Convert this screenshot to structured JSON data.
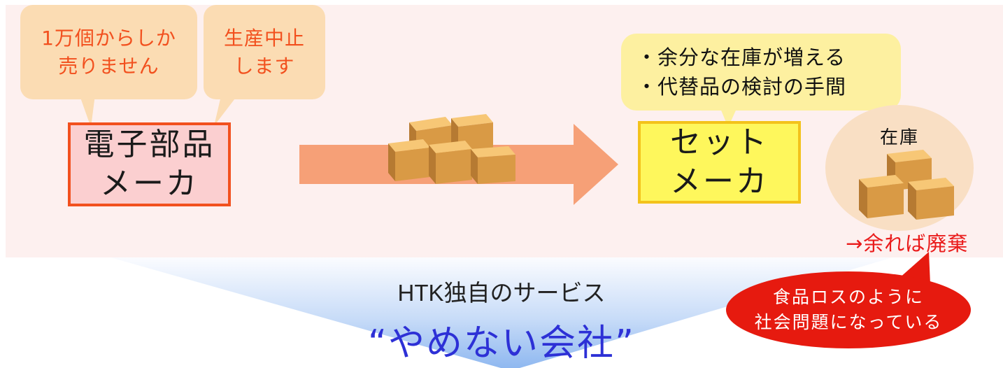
{
  "parts_maker": {
    "label_line1": "電子部品",
    "label_line2": "メーカ",
    "bubble_min_order": {
      "line1": "1万個からしか",
      "line2": "売りません"
    },
    "bubble_discontinue": {
      "line1": "生産中止",
      "line2": "します"
    }
  },
  "set_maker": {
    "label_line1": "セット",
    "label_line2": "メーカ",
    "bubble_issues": {
      "line1": "・余分な在庫が増える",
      "line2": "・代替品の検討の手間"
    }
  },
  "inventory": {
    "label": "在庫",
    "waste_note": "→余れば廃棄"
  },
  "social_issue": {
    "line1": "食品ロスのように",
    "line2": "社会問題になっている"
  },
  "service": {
    "title": "HTK独自のサービス",
    "name": "“やめない会社”"
  },
  "colors": {
    "panel_bg": "#fdf0ef",
    "arrow": "#f6a077",
    "parts_border": "#f2501e",
    "set_border": "#f3c21b",
    "service_name": "#2d30d6",
    "alert_red": "#e61a0f"
  },
  "icons": [
    "cardboard-boxes-icon",
    "cardboard-boxes-icon"
  ]
}
